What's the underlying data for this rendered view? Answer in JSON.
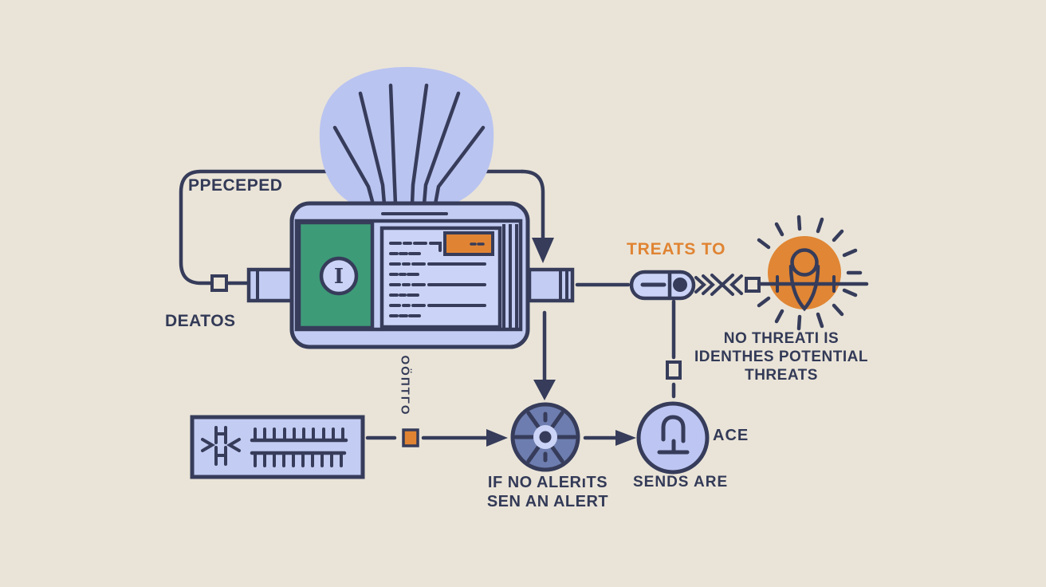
{
  "title": "threat-detection-flow-diagram",
  "colors": {
    "background": "#EAE4D8",
    "ink": "#363C5A",
    "lavender": "#C3CCF2",
    "lavender_light": "#CBD4F6",
    "green": "#3E9B78",
    "orange": "#E08433",
    "steel_blue": "#6D7DAF"
  },
  "labels": {
    "perceived": "PPECEPED",
    "deatos": "DEATOS",
    "treats_to": "TREATS TO",
    "threat_caption": [
      "NO THREATI IS",
      "IDENTHES POTENTIAL",
      "THREATS"
    ],
    "alert_caption": [
      "IF NO ALERıTS",
      "SEN AN ALERT"
    ],
    "ace": "ACE",
    "sends_are": "SENDS ARE",
    "vertical_code": "OÖΠTΓO",
    "device_letter": "I"
  },
  "icons": {
    "fan_rays": "radiating-lines-shell",
    "info_circle": "serif-I-in-circle",
    "orange_tag": "small-orange-rectangle",
    "capsule": "two-cell-pill-with-dot",
    "chevron_stream": "»»««",
    "threat_burst": "orange-sunburst-with-pin",
    "compress": "→H←",
    "comb_rows": "double-comb-barcode",
    "alarm_wheel": "spoked-wheel",
    "bell": "omega-bell"
  }
}
